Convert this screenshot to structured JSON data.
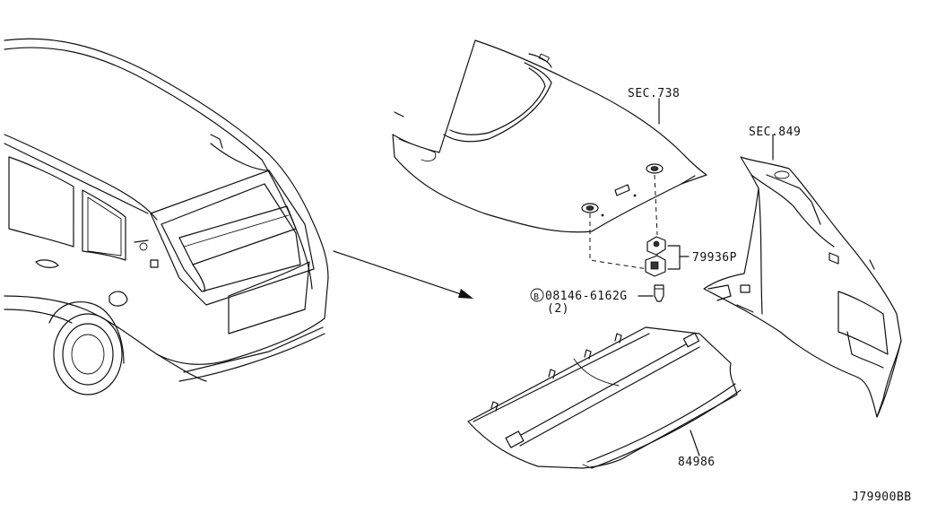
{
  "labels": {
    "headlining": "SEC.738",
    "side_trim": "SEC.849",
    "clip": "79936P",
    "bolt_part": "08146-6162G",
    "bolt_qty": "(2)",
    "bolt_marker": "B",
    "tonneau_cover": "84986",
    "drawing_id": "J79900BB"
  }
}
